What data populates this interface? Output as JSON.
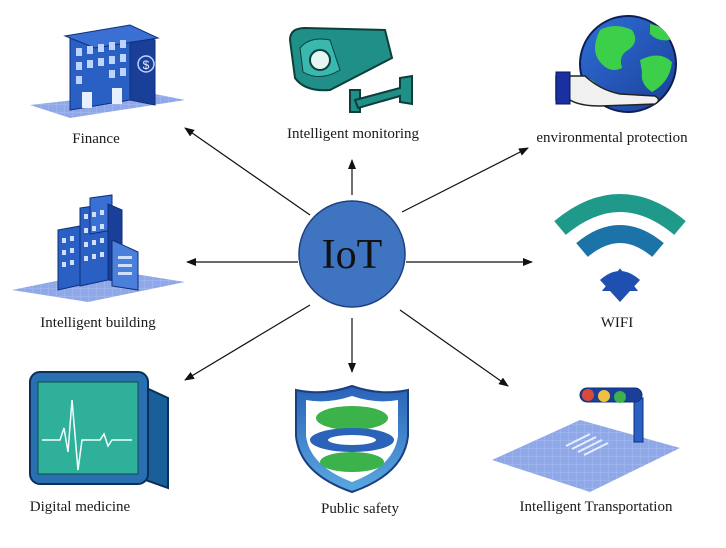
{
  "center": {
    "label": "IoT",
    "color": "#3f74c0"
  },
  "nodes": [
    {
      "id": "finance",
      "label": "Finance",
      "icon": "bank-building-icon"
    },
    {
      "id": "monitoring",
      "label": "Intelligent monitoring",
      "icon": "security-camera-icon"
    },
    {
      "id": "environment",
      "label": "environmental protection",
      "icon": "globe-in-hand-icon"
    },
    {
      "id": "building",
      "label": "Intelligent building",
      "icon": "city-buildings-icon"
    },
    {
      "id": "wifi",
      "label": "WIFI",
      "icon": "wifi-icon"
    },
    {
      "id": "medicine",
      "label": "Digital medicine",
      "icon": "heart-monitor-icon"
    },
    {
      "id": "safety",
      "label": "Public safety",
      "icon": "shield-icon"
    },
    {
      "id": "transport",
      "label": "Intelligent Transportation",
      "icon": "traffic-light-icon"
    }
  ],
  "colors": {
    "primary_blue": "#2b5fae",
    "teal": "#1f8f87",
    "green": "#3bb24a",
    "platform": "#8fa8e8"
  }
}
